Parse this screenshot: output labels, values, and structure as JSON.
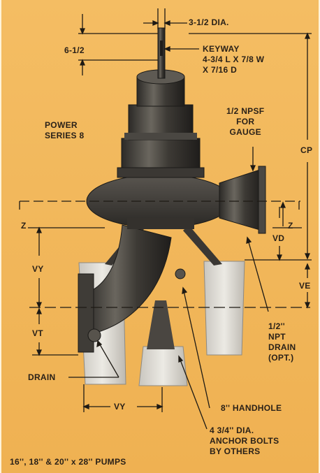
{
  "labels": {
    "shaft_dia": "3-1/2 DIA.",
    "dim_6_1_2": "6-1/2",
    "keyway": "KEYWAY\n4-3/4 L X 7/8 W\nX 7/16 D",
    "power_series": "POWER\nSERIES 8",
    "npsf": "1/2 NPSF\nFOR\nGAUGE",
    "cp": "CP",
    "z_left": "Z",
    "z_right": "Z",
    "vd": "VD",
    "vy_left": "VY",
    "ve": "VE",
    "vt": "VT",
    "npt_drain": "1/2''\nNPT\nDRAIN\n(OPT.)",
    "drain": "DRAIN",
    "vy_bottom": "VY",
    "handhole": "8'' HANDHOLE",
    "anchor_bolts": "4 3/4'' DIA.\nANCHOR BOLTS\nBY OTHERS",
    "pump_sizes": "16'', 18'' & 20'' x 28'' PUMPS"
  },
  "colors": {
    "background": "#f2b75a",
    "ink": "#2a2118",
    "pump_body": "#3c3a36",
    "pedestal": "#d6d3cc"
  }
}
